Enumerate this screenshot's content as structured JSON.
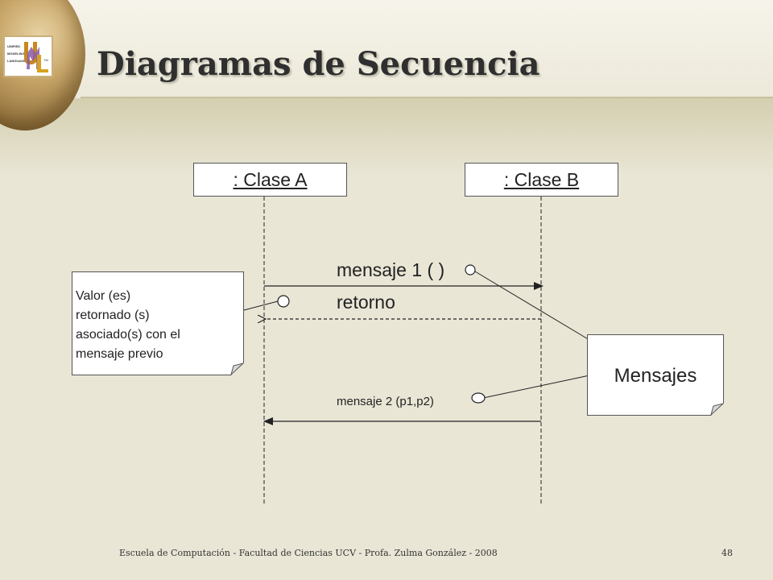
{
  "slide": {
    "title": "Diagramas de Secuencia",
    "footer": "Escuela de Computación - Facultad de Ciencias UCV - Profa. Zulma González - 2008",
    "page_number": "48"
  },
  "logo": {
    "lines": [
      "UNIFIED",
      "MODELING",
      "LANGUAGE"
    ],
    "mark": "UML",
    "trademark": "TM"
  },
  "lifelines": [
    {
      "label": ": Clase  A"
    },
    {
      "label": ": Clase  B"
    }
  ],
  "messages": {
    "m1": "mensaje 1 ( )",
    "return": "retorno",
    "m2": "mensaje 2 (p1,p2)"
  },
  "notes": {
    "left": [
      "Valor (es)",
      "retornado (s)",
      "asociado(s) con el",
      "mensaje previo"
    ],
    "right": "Mensajes"
  }
}
